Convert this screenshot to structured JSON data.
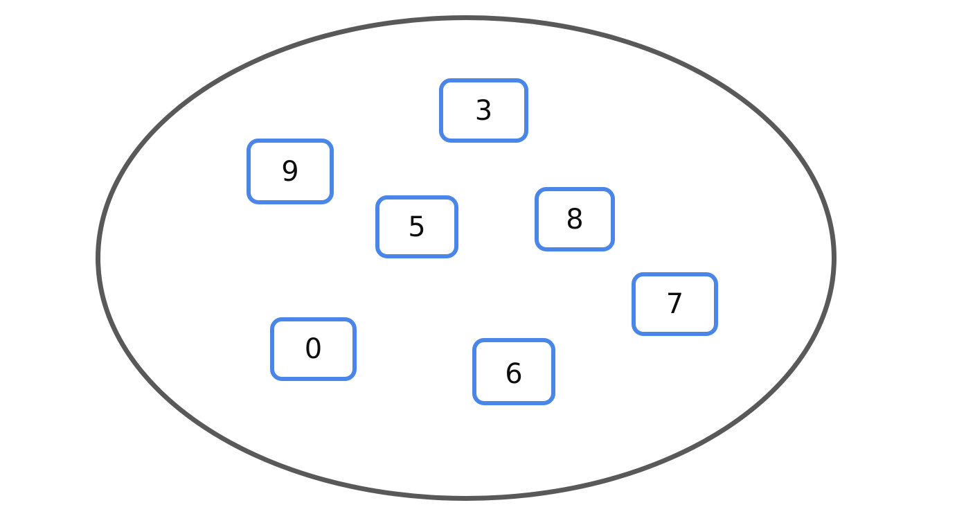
{
  "diagram": {
    "type": "set-diagram",
    "container_shape": "ellipse",
    "ellipse_stroke_color": "#595959",
    "card_border_color": "#4a86e8",
    "card_text_color": "#0d0d0d",
    "background_color": "#ffffff"
  },
  "cards": [
    {
      "value": "3"
    },
    {
      "value": "9"
    },
    {
      "value": "5"
    },
    {
      "value": "8"
    },
    {
      "value": "7"
    },
    {
      "value": "0"
    },
    {
      "value": "6"
    }
  ]
}
